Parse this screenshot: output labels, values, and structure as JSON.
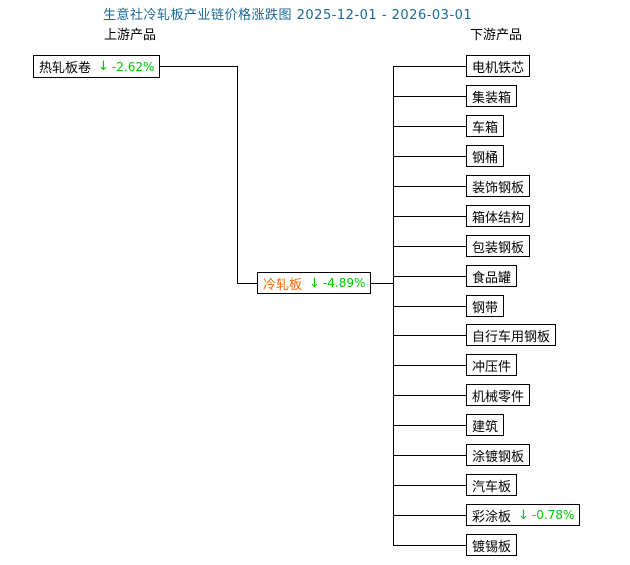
{
  "header": {
    "title": "生意社冷轧板产业链价格涨跌图 2025-12-01 - 2026-03-01",
    "upstream_label": "上游产品",
    "downstream_label": "下游产品"
  },
  "colors": {
    "title_blue": "#176a96",
    "decline_green": "#00c800",
    "focus_orange": "#ff6600",
    "line_black": "#000000",
    "box_border": "#000000",
    "background": "#ffffff"
  },
  "upstream_product": {
    "label": "热轧板卷",
    "arrow": "↓",
    "change": "-2.62%",
    "direction": "down"
  },
  "focus_product": {
    "label": "冷轧板",
    "arrow": "↓",
    "change": "-4.89%",
    "direction": "down"
  },
  "downstream_products": [
    {
      "label": "电机铁芯"
    },
    {
      "label": "集装箱"
    },
    {
      "label": "车箱"
    },
    {
      "label": "钢桶"
    },
    {
      "label": "装饰钢板"
    },
    {
      "label": "箱体结构"
    },
    {
      "label": "包装钢板"
    },
    {
      "label": "食品罐"
    },
    {
      "label": "钢带"
    },
    {
      "label": "自行车用钢板"
    },
    {
      "label": "冲压件"
    },
    {
      "label": "机械零件"
    },
    {
      "label": "建筑"
    },
    {
      "label": "涂镀钢板"
    },
    {
      "label": "汽车板"
    },
    {
      "label": "彩涂板",
      "arrow": "↓",
      "change": "-0.78%",
      "direction": "down"
    },
    {
      "label": "镀锡板"
    }
  ]
}
